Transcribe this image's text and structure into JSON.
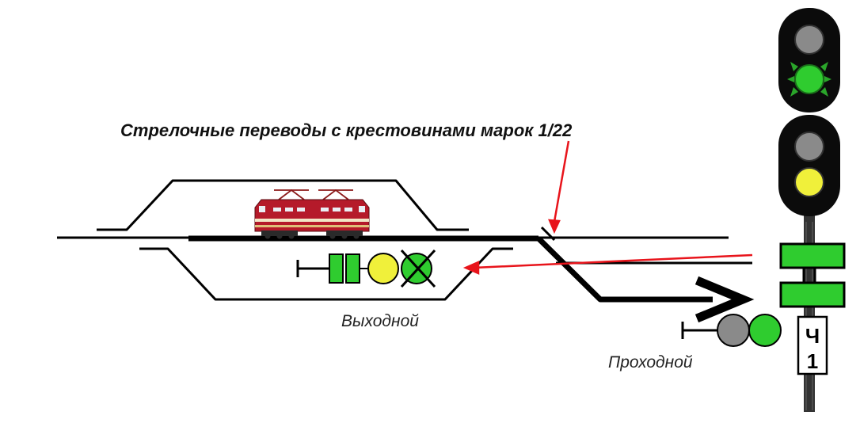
{
  "title": "Стрелочные переводы с крестовинами марок  1/22",
  "labels": {
    "exit_signal": "Выходной",
    "pass_signal": "Проходной"
  },
  "signal_plate": {
    "line1": "Ч",
    "line2": "1"
  },
  "colors": {
    "track": "#000000",
    "pointer": "#e8141b",
    "lens_green": "#2fcc2f",
    "lens_yellow": "#f0f03a",
    "lens_off": "#8a8a8a",
    "mast_head": "#0b0b0b",
    "post": "#333333",
    "locomotive": "#b51a2a",
    "arrow": "#000000"
  },
  "exit_signal_aspects": [
    "green-block",
    "green-block",
    "yellow-lens",
    "green-lens-crossed"
  ],
  "pass_signal_aspects": [
    "grey-lens",
    "green-lens"
  ],
  "mast_signal": {
    "upper_head": [
      "off",
      "green-flashing"
    ],
    "lower_head": [
      "off",
      "yellow"
    ],
    "strips": [
      "green",
      "green"
    ]
  }
}
